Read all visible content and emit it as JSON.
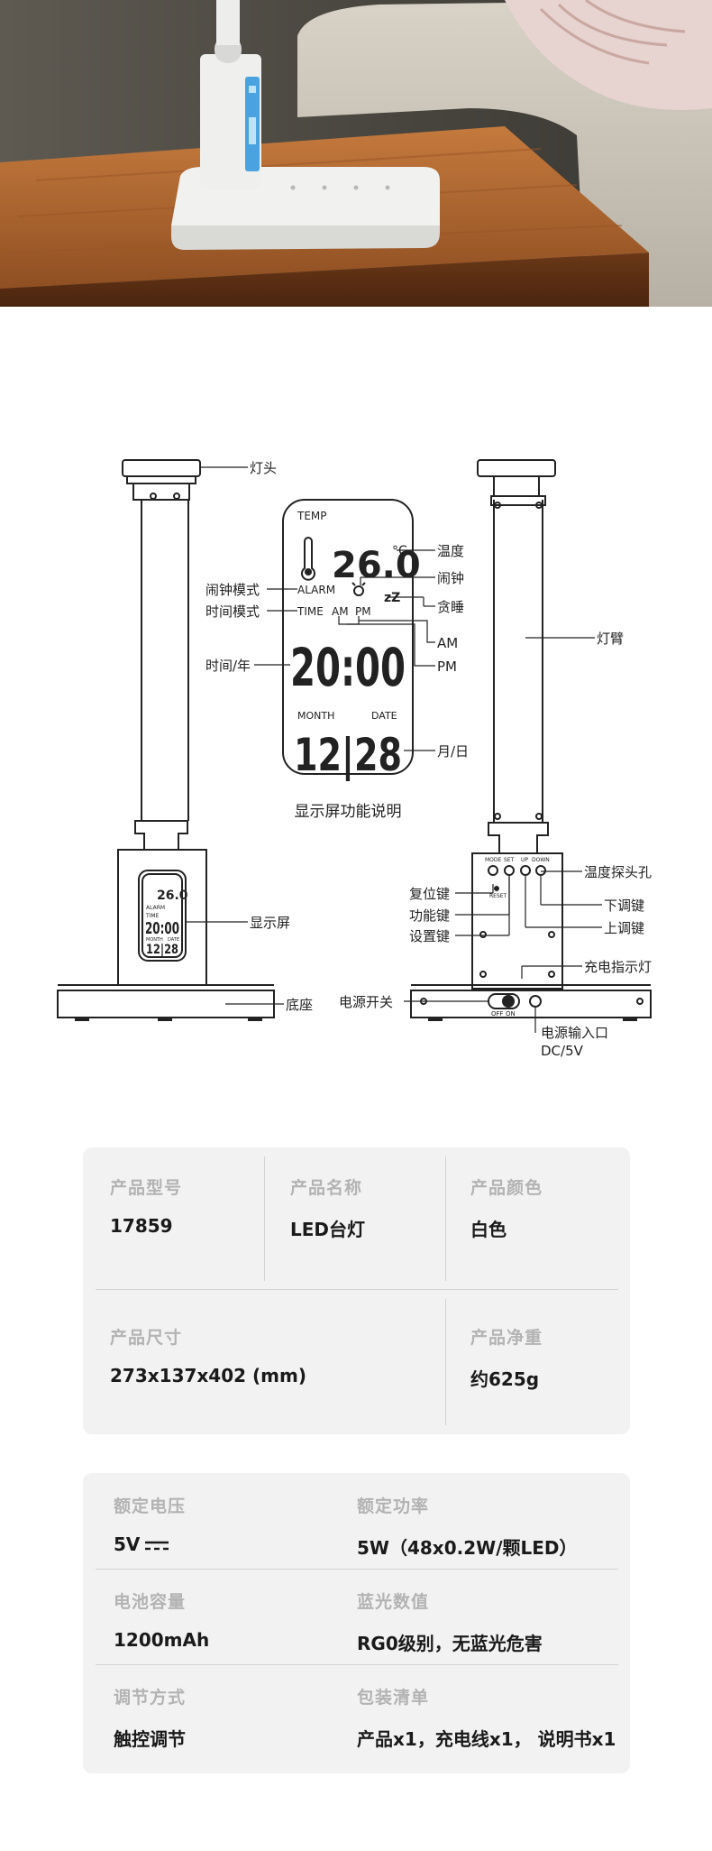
{
  "callouts": {
    "lamp_head": "灯头",
    "display": "显示屏",
    "base": "底座",
    "lamp_arm": "灯臂",
    "temp_probe": "温度探头孔",
    "reset_key": "复位键",
    "function_key": "功能键",
    "setting_key": "设置键",
    "down_key": "下调键",
    "up_key": "上调键",
    "charge_led": "充电指示灯",
    "power_switch": "电源开关",
    "power_input": "电源输入口",
    "power_input_spec": "DC/5V"
  },
  "lcd": {
    "temp_label": "TEMP",
    "temp_value": "26.0",
    "temp_unit": "°C",
    "alarm_label": "ALARM",
    "time_label": "TIME",
    "am_label": "AM",
    "pm_label": "PM",
    "time_value": "20:00",
    "month_label": "MONTH",
    "date_label": "DATE",
    "date_value": "12|28",
    "snooze_symbol": "zZ",
    "callouts": {
      "temperature": "温度",
      "alarm": "闹钟",
      "snooze": "贪睡",
      "alarm_mode": "闹钟模式",
      "time_mode": "时间模式",
      "am": "AM",
      "pm": "PM",
      "time_year": "时间/年",
      "month_day": "月/日"
    },
    "caption": "显示屏功能说明"
  },
  "buttons": {
    "mode": "MODE",
    "set": "SET",
    "up": "UP",
    "down": "DOWN",
    "reset": "RESET"
  },
  "switch": {
    "off": "OFF",
    "on": "ON"
  },
  "specs1": [
    {
      "label": "产品型号",
      "value": "17859"
    },
    {
      "label": "产品名称",
      "value": "LED台灯"
    },
    {
      "label": "产品颜色",
      "value": "白色"
    },
    {
      "label": "产品尺寸",
      "value": "273x137x402 (mm)"
    },
    {
      "label": "产品净重",
      "value": "约625g"
    }
  ],
  "specs2": [
    {
      "label": "额定电压",
      "value": "5V"
    },
    {
      "label": "额定功率",
      "value": "5W（48x0.2W/颗LED）"
    },
    {
      "label": "电池容量",
      "value": "1200mAh"
    },
    {
      "label": "蓝光数值",
      "value": "RG0级别，无蓝光危害"
    },
    {
      "label": "调节方式",
      "value": "触控调节"
    },
    {
      "label": "包装清单",
      "value": "产品x1，充电线x1， 说明书x1"
    }
  ],
  "colors": {
    "panel_bg": "#f2f2f2",
    "label_gray": "#b3b3b3",
    "value_dark": "#1a1a1a",
    "lcd_blue": "#4aa3df",
    "wood": "#a8612c"
  }
}
